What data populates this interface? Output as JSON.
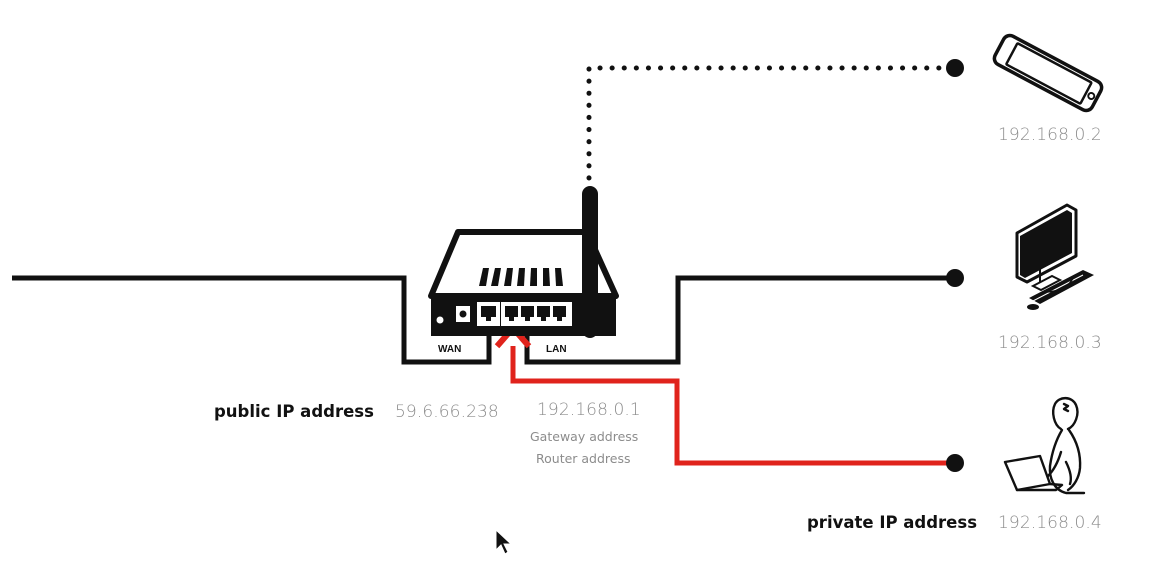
{
  "colors": {
    "line": "#111111",
    "highlight": "#e0231c",
    "ip_text": "#8c8c8c",
    "label_text": "#111111"
  },
  "router": {
    "wan_label": "WAN",
    "lan_label": "LAN"
  },
  "public": {
    "label": "public IP address",
    "ip": "59.6.66.238"
  },
  "gateway": {
    "ip": "192.168.0.1",
    "line1": "Gateway address",
    "line2": "Router address"
  },
  "devices": [
    {
      "icon": "smartphone-icon",
      "ip": "192.168.0.2"
    },
    {
      "icon": "desktop-computer-icon",
      "ip": "192.168.0.3"
    },
    {
      "icon": "person-laptop-icon",
      "ip": "192.168.0.4"
    }
  ],
  "private": {
    "label": "private IP address"
  },
  "cursor": {
    "icon": "mouse-pointer-icon"
  }
}
